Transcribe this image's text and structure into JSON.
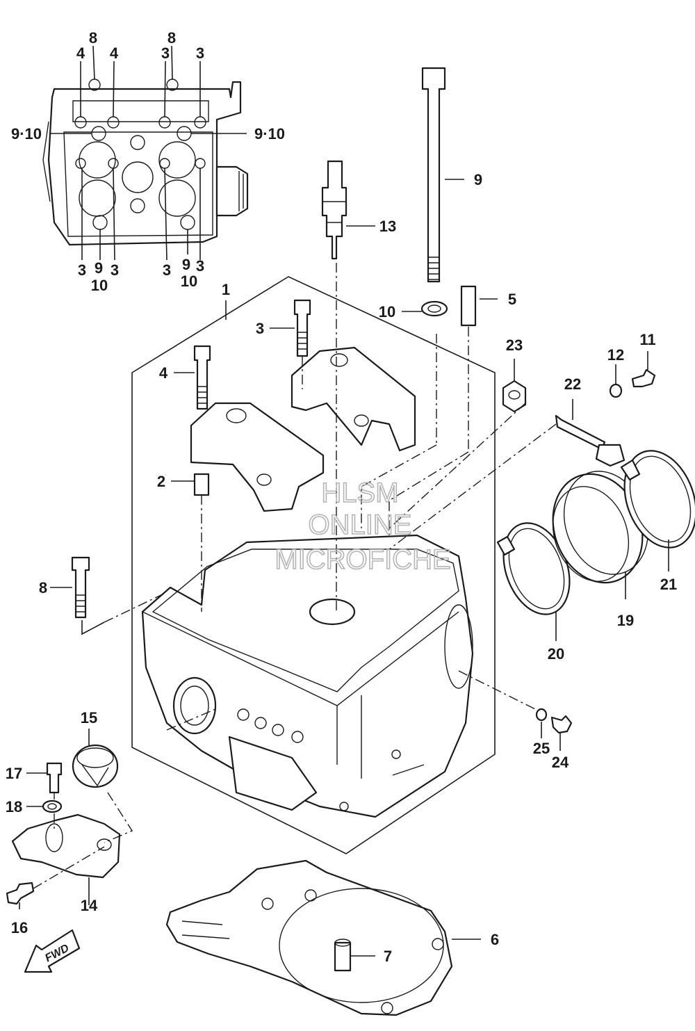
{
  "watermark": {
    "line1": "HLSM",
    "line2": "ONLINE",
    "line3": "MICROFICHE"
  },
  "fwd": "FWD",
  "callouts": [
    {
      "id": "c1",
      "text": "1"
    },
    {
      "id": "c2",
      "text": "2"
    },
    {
      "id": "c3",
      "text": "3"
    },
    {
      "id": "c4",
      "text": "4"
    },
    {
      "id": "c5",
      "text": "5"
    },
    {
      "id": "c6",
      "text": "6"
    },
    {
      "id": "c7",
      "text": "7"
    },
    {
      "id": "c8",
      "text": "8"
    },
    {
      "id": "c9",
      "text": "9"
    },
    {
      "id": "c10",
      "text": "10"
    },
    {
      "id": "c11",
      "text": "11"
    },
    {
      "id": "c12",
      "text": "12"
    },
    {
      "id": "c13",
      "text": "13"
    },
    {
      "id": "c14",
      "text": "14"
    },
    {
      "id": "c15",
      "text": "15"
    },
    {
      "id": "c16",
      "text": "16"
    },
    {
      "id": "c17",
      "text": "17"
    },
    {
      "id": "c18",
      "text": "18"
    },
    {
      "id": "c19",
      "text": "19"
    },
    {
      "id": "c20",
      "text": "20"
    },
    {
      "id": "c21",
      "text": "21"
    },
    {
      "id": "c22",
      "text": "22"
    },
    {
      "id": "c23",
      "text": "23"
    },
    {
      "id": "c24",
      "text": "24"
    },
    {
      "id": "c25",
      "text": "25"
    }
  ],
  "inset_callouts": [
    {
      "id": "i1",
      "text": "8"
    },
    {
      "id": "i2",
      "text": "8"
    },
    {
      "id": "i3",
      "text": "4"
    },
    {
      "id": "i4",
      "text": "4"
    },
    {
      "id": "i5",
      "text": "3"
    },
    {
      "id": "i6",
      "text": "3"
    },
    {
      "id": "i7",
      "text": "9·10"
    },
    {
      "id": "i8",
      "text": "9·10"
    },
    {
      "id": "i9",
      "text": "3"
    },
    {
      "id": "i10",
      "text": "9"
    },
    {
      "id": "i11",
      "text": "3"
    },
    {
      "id": "i12",
      "text": "10"
    },
    {
      "id": "i13",
      "text": "3"
    },
    {
      "id": "i14",
      "text": "9"
    },
    {
      "id": "i15",
      "text": "3"
    },
    {
      "id": "i16",
      "text": "10"
    }
  ]
}
